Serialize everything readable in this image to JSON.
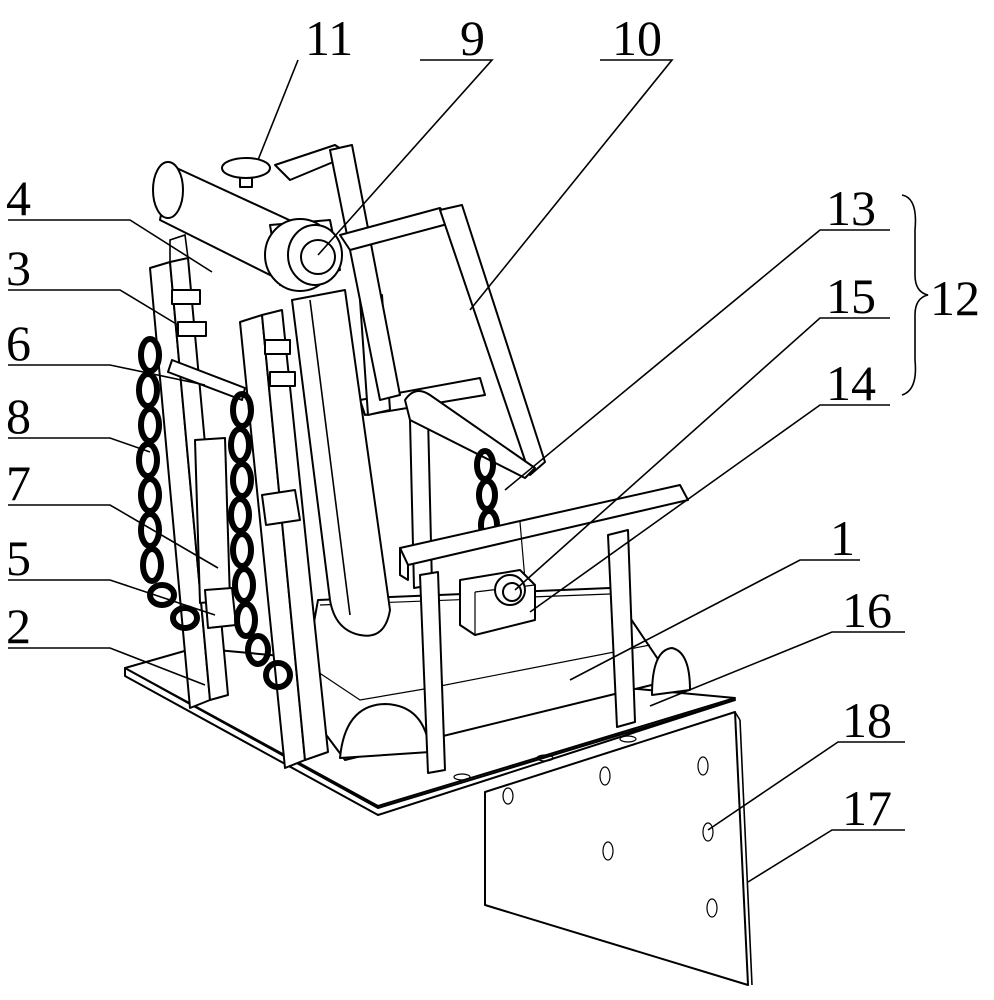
{
  "figure": {
    "labels": [
      "11",
      "9",
      "10",
      "4",
      "3",
      "6",
      "8",
      "7",
      "5",
      "2",
      "13",
      "15",
      "14",
      "12",
      "1",
      "16",
      "18",
      "17"
    ]
  }
}
